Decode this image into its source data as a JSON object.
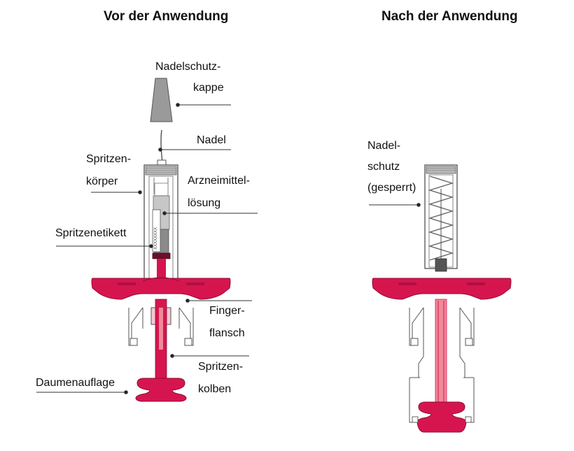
{
  "headings": {
    "before": "Vor der Anwendung",
    "after": "Nach der Anwendung"
  },
  "labels": {
    "needle_cap_1": "Nadelschutz-",
    "needle_cap_2": "kappe",
    "needle": "Nadel",
    "syringe_body_1": "Spritzen-",
    "syringe_body_2": "körper",
    "medicine_1": "Arzneimittel-",
    "medicine_2": "lösung",
    "syringe_label": "Spritzenetikett",
    "finger_flange_1": "Finger-",
    "finger_flange_2": "flansch",
    "plunger_rod_1": "Spritzen-",
    "plunger_rod_2": "kolben",
    "thumb_pad": "Daumenauflage",
    "needle_guard_1": "Nadel-",
    "needle_guard_2": "schutz",
    "needle_guard_3": "(gesperrt)"
  },
  "syringe_label_print": "XXXXXXXX",
  "colors": {
    "magenta": "#d6154f",
    "pink": "#ee8a99",
    "cap_grey": "#9a9a9a",
    "line": "#333333"
  }
}
